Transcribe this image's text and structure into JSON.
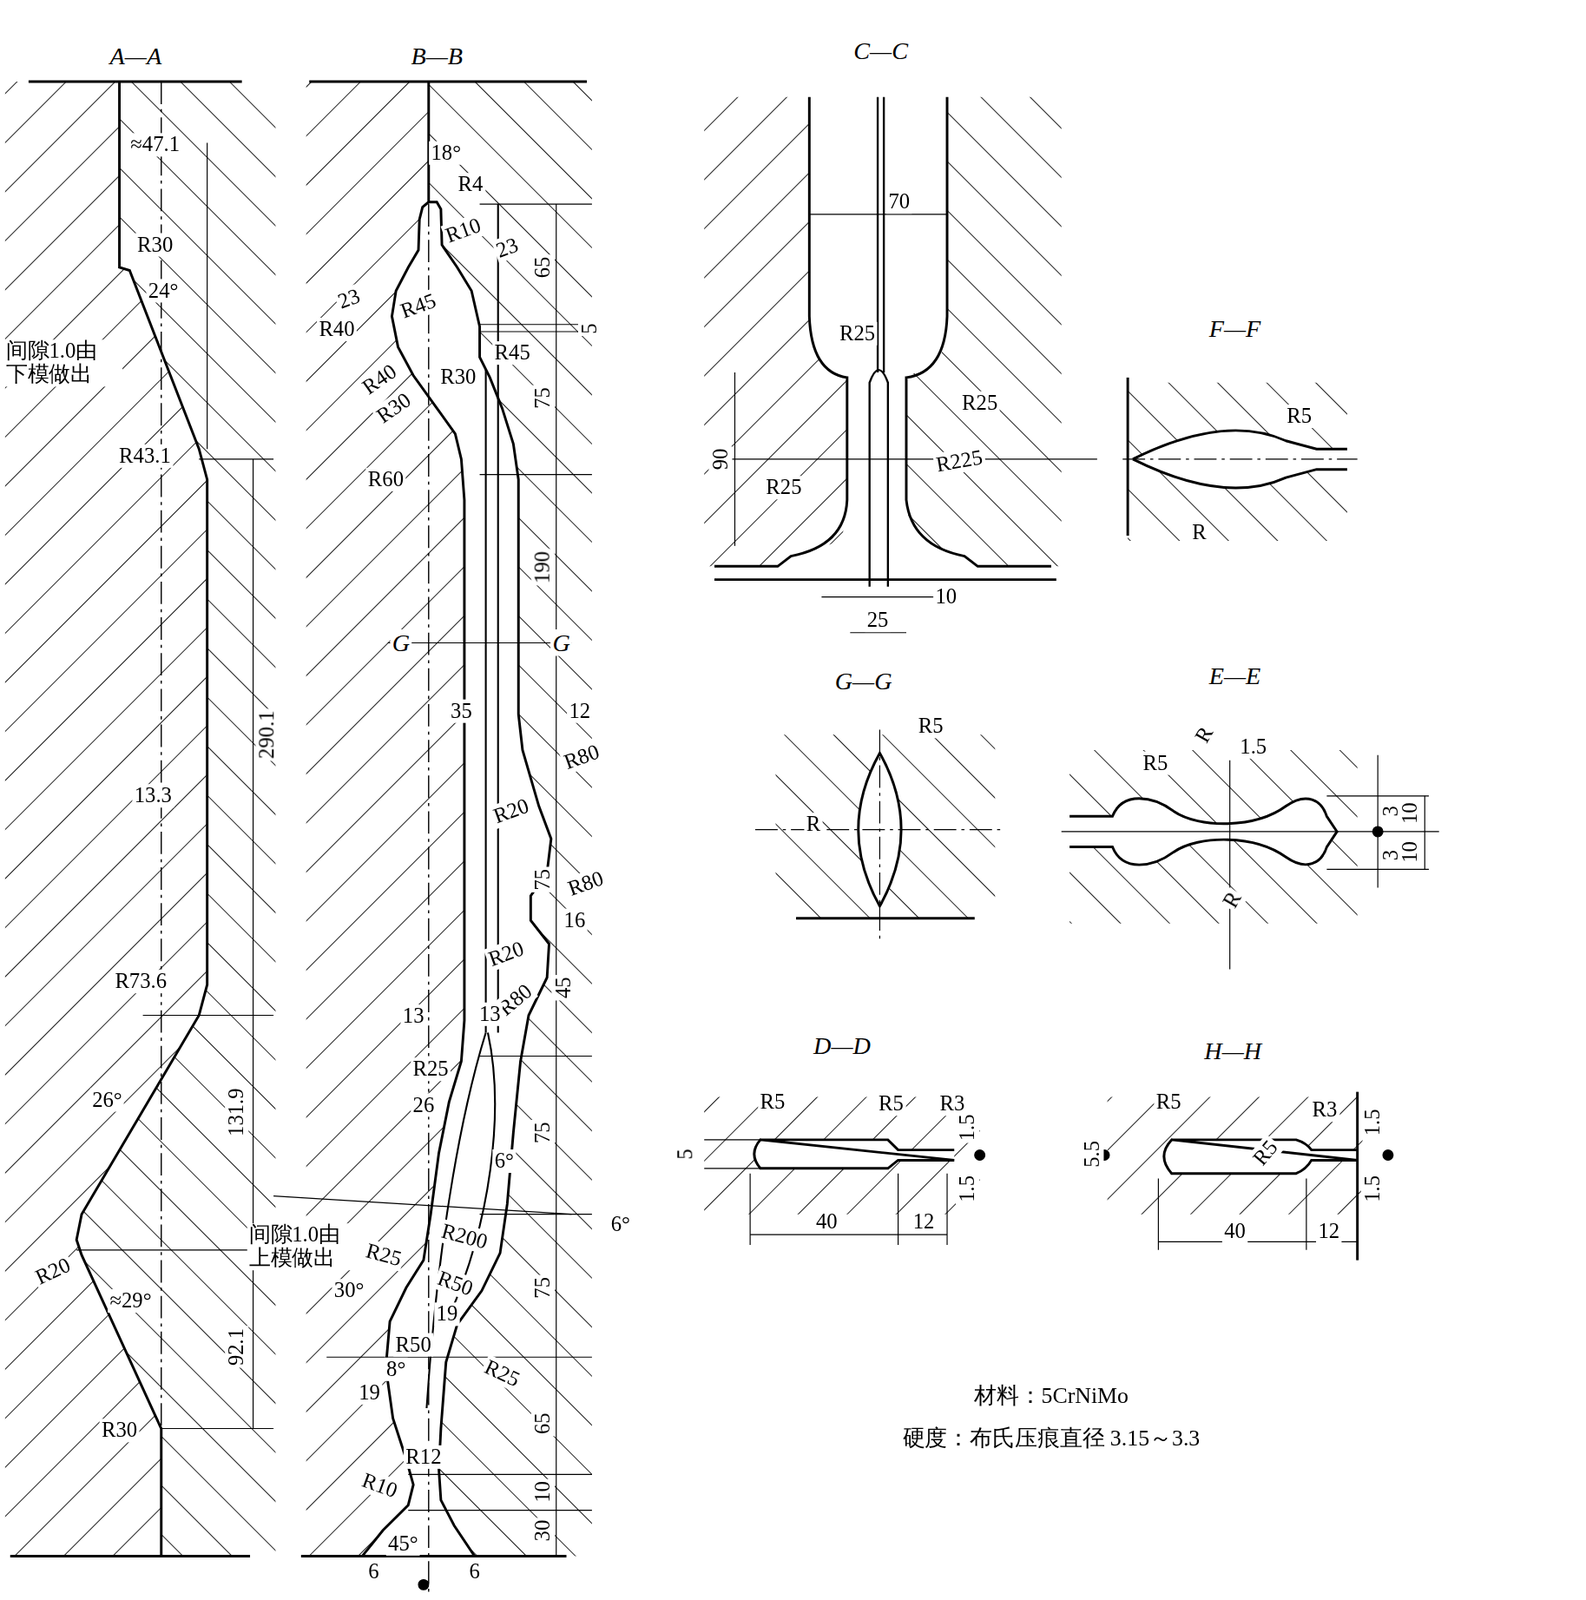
{
  "diagram": {
    "labels": [
      "A—A",
      "≈47.1",
      "R30",
      "24°",
      "间隙1.0由 下模做出",
      "R43.1",
      "290.1",
      "13.3",
      "R73.6",
      "26°",
      "131.9",
      "R20",
      "≈29°",
      "92.1",
      "R30",
      "B—B",
      "18°",
      "R4",
      "R10",
      "23",
      "65",
      "23",
      "R45",
      "R40",
      "5",
      "R45",
      "R40",
      "R30",
      "R30",
      "75",
      "R60",
      "190",
      "G",
      "G",
      "35",
      "12",
      "R80",
      "R20",
      "75",
      "R80",
      "16",
      "R20",
      "45",
      "R80",
      "13",
      "13",
      "R25",
      "26",
      "75",
      "6°",
      "6°",
      "R200",
      "间隙1.0由 上模做出",
      "R25",
      "R50",
      "30°",
      "75",
      "19",
      "R50",
      "R25",
      "8°",
      "19",
      "65",
      "R12",
      "R10",
      "10",
      "45°",
      "30",
      "6",
      "6",
      "C—C",
      "70",
      "R25",
      "R25",
      "90",
      "R225",
      "R25",
      "10",
      "25",
      "F—F",
      "R5",
      "R",
      "G—G",
      "R5",
      "R",
      "E—E",
      "1.5",
      "R",
      "R5",
      "3",
      "10",
      "3",
      "10",
      "R",
      "D—D",
      "R5",
      "R5",
      "R3",
      "5",
      "1.5",
      "1.5",
      "40",
      "12",
      "H—H",
      "R5",
      "R3",
      "5.5",
      "R5",
      "1.5",
      "1.5",
      "40",
      "12",
      "材料：5CrNiMo",
      "硬度：布氏压痕直径 3.15～3.3"
    ]
  }
}
